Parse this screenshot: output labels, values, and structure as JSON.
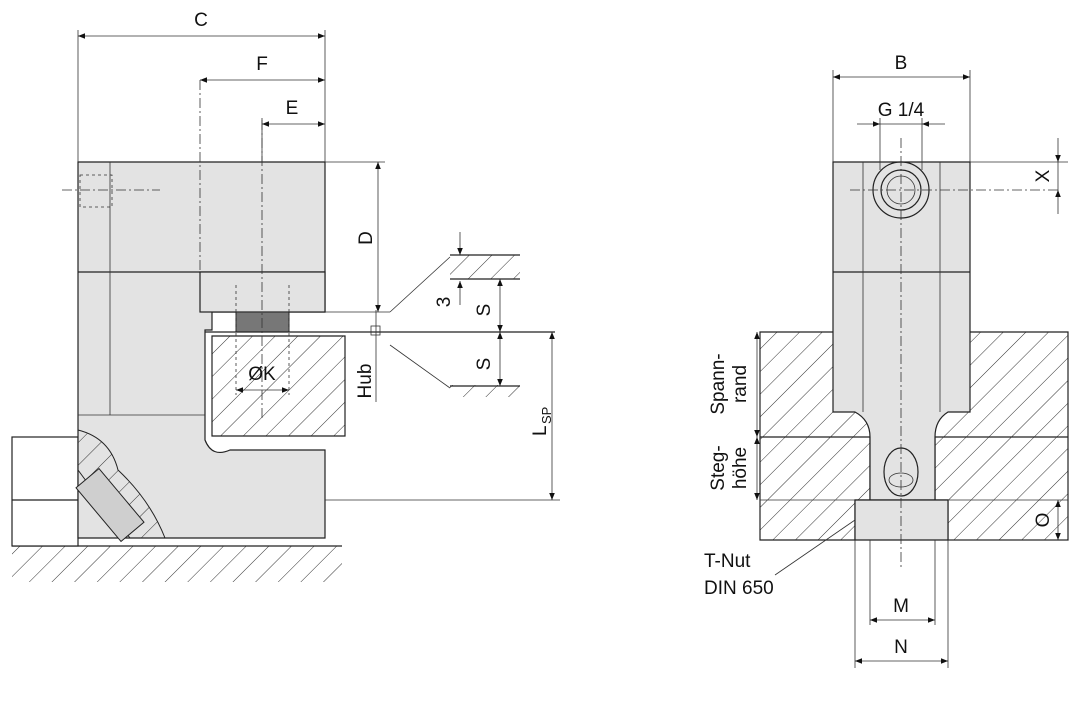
{
  "labels": {
    "C": "C",
    "F": "F",
    "E": "E",
    "D": "D",
    "three": "3",
    "S1": "S",
    "S2": "S",
    "K": "ØK",
    "Hub": "Hub",
    "L": "L",
    "L_sub": "SP",
    "B": "B",
    "G": "G 1/4",
    "X": "X",
    "spann1": "Spann-",
    "spann2": "rand",
    "steg1": "Steg-",
    "steg2": "höhe",
    "tnut1": "T-Nut",
    "tnut2": "DIN 650",
    "M": "M",
    "N": "N",
    "O": "O"
  }
}
